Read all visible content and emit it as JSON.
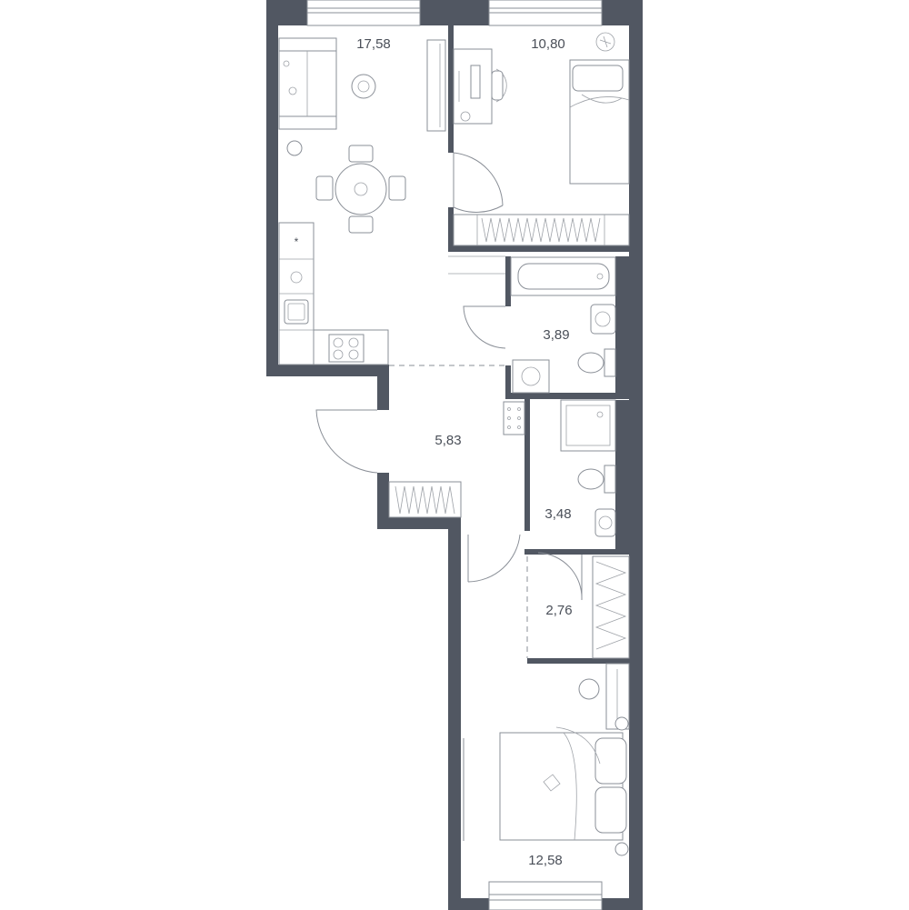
{
  "rooms": {
    "living_kitchen": {
      "area": "17,58"
    },
    "bedroom_small": {
      "area": "10,80"
    },
    "bathroom": {
      "area": "3,89"
    },
    "hallway": {
      "area": "5,83"
    },
    "shower_room": {
      "area": "3,48"
    },
    "closet": {
      "area": "2,76"
    },
    "bedroom_large": {
      "area": "12,58"
    }
  },
  "colors": {
    "wall": "#515762",
    "line": "#8a8f97",
    "background": "#ffffff"
  }
}
